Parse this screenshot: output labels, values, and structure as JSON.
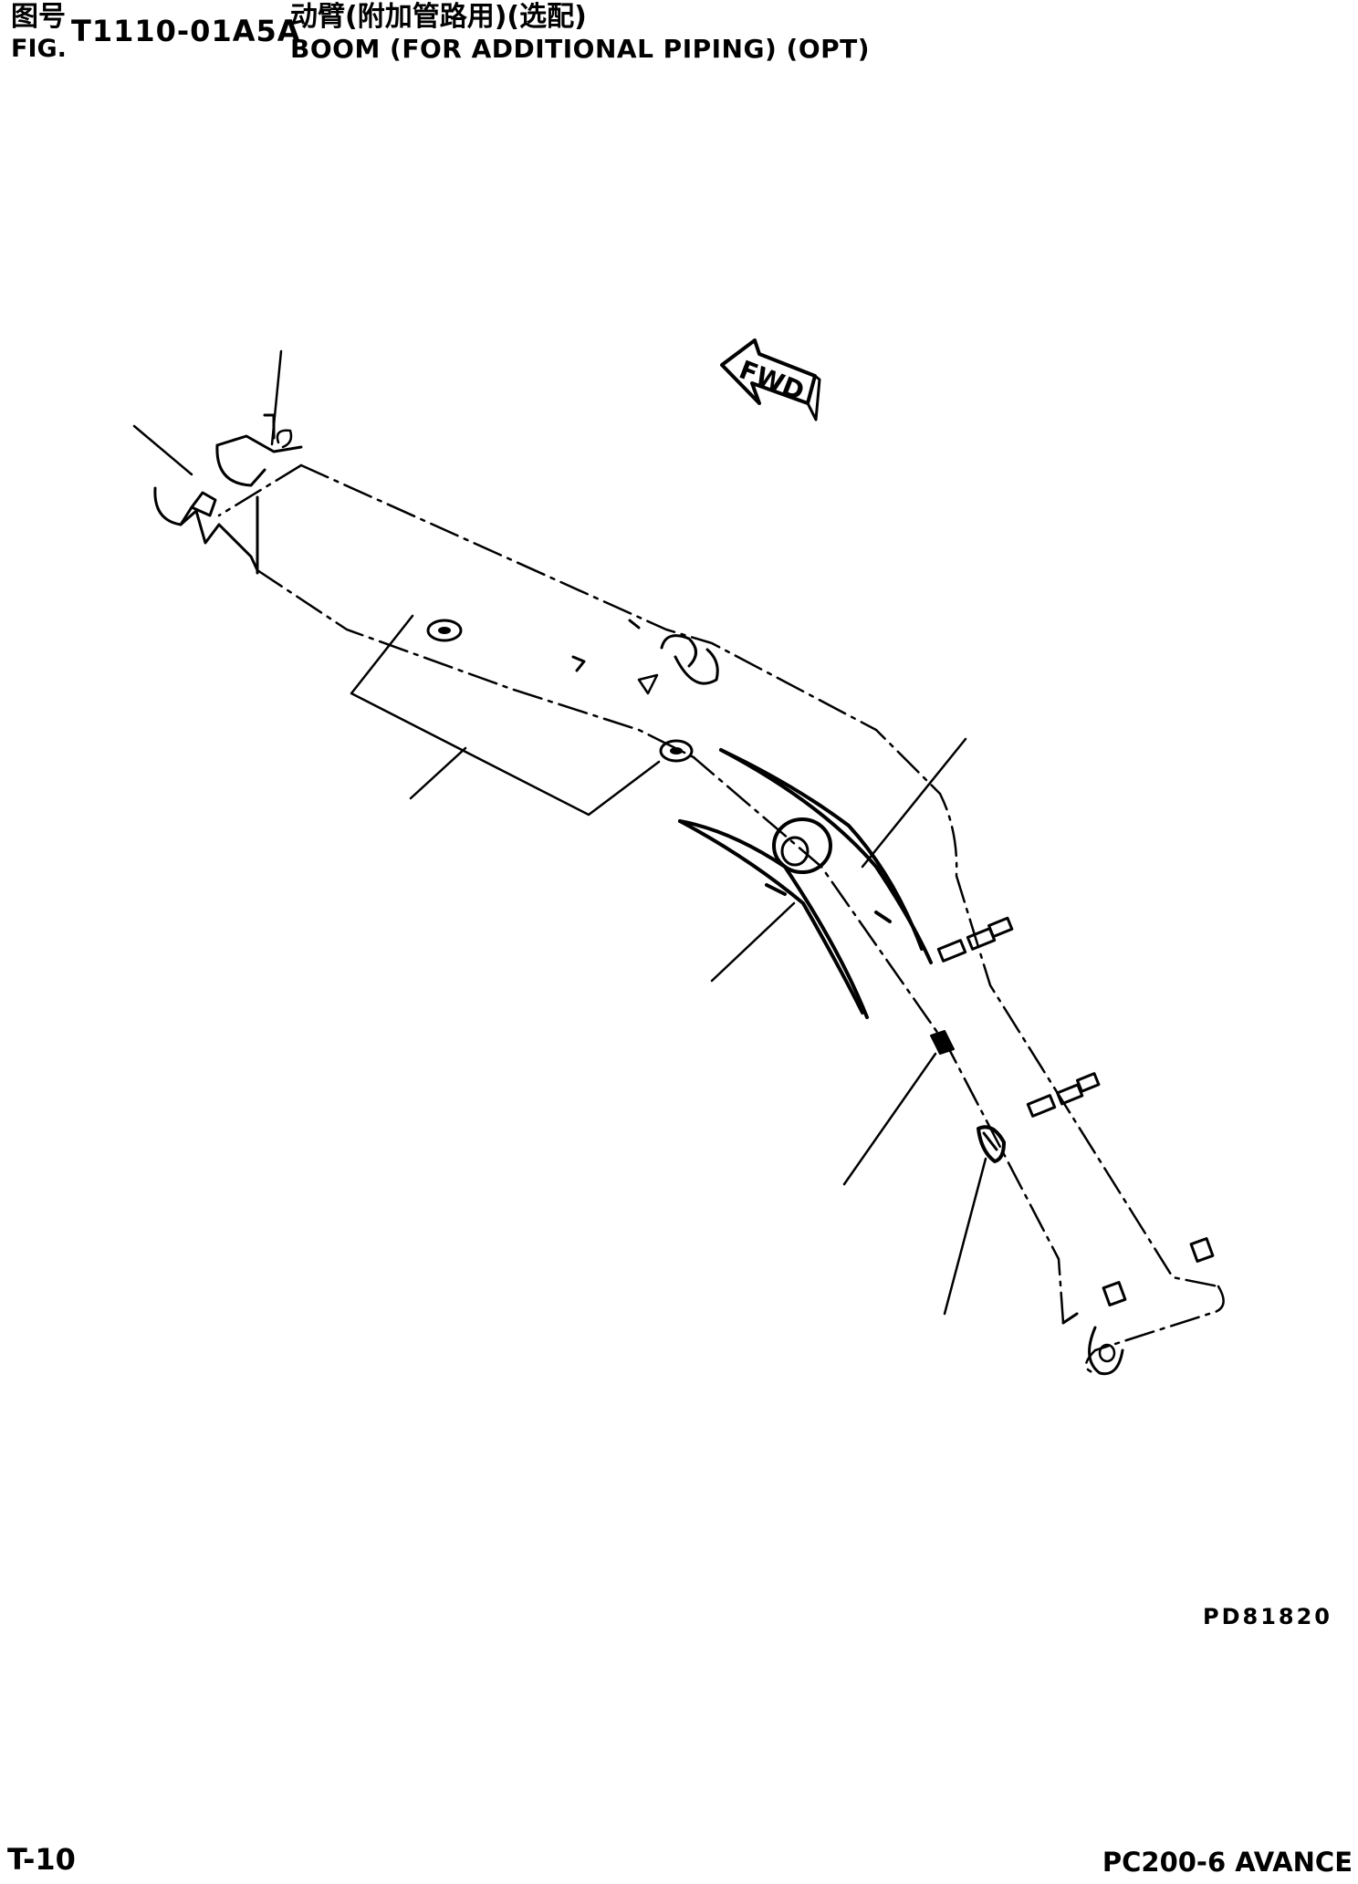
{
  "header": {
    "fig_label_cn": "图号",
    "fig_label_en": "FIG.",
    "fig_number": "T1110-01A5A",
    "title_cn": "动臂(附加管路用)(选配)",
    "title_en": "BOOM (FOR ADDITIONAL PIPING) (OPT)"
  },
  "diagram": {
    "fwd_label": "FWD",
    "drawing_code": "PD81820"
  },
  "footer": {
    "page": "T-10",
    "model": "PC200-6 AVANCE"
  }
}
